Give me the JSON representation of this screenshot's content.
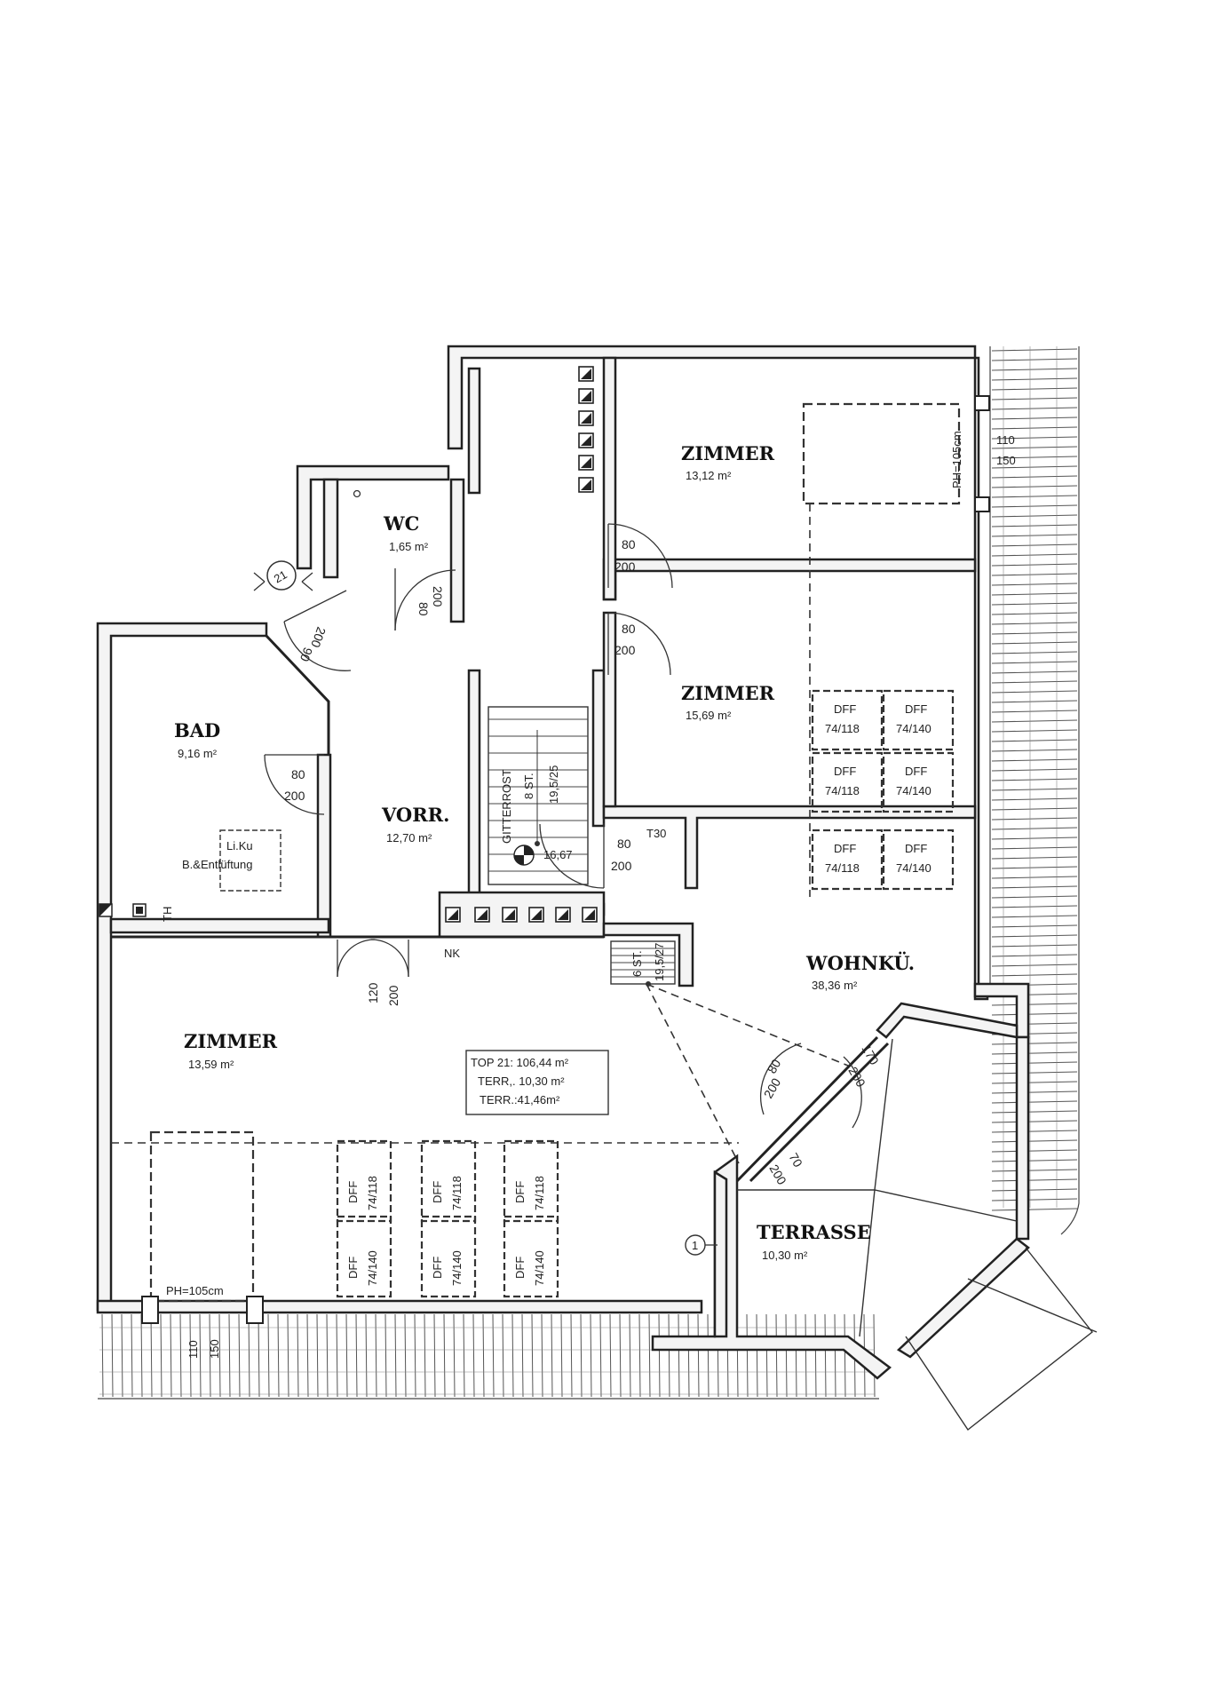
{
  "rooms": {
    "zimmer_top": {
      "title": "ZIMMER",
      "area": "13,12 m²"
    },
    "zimmer_mid": {
      "title": "ZIMMER",
      "area": "15,69 m²"
    },
    "wc": {
      "title": "WC",
      "area": "1,65 m²"
    },
    "bad": {
      "title": "BAD",
      "area": "9,16 m²"
    },
    "vorr": {
      "title": "VORR.",
      "area": "12,70 m²"
    },
    "wohnku": {
      "title": "WOHNKÜ.",
      "area": "38,36 m²"
    },
    "zimmer_bottom": {
      "title": "ZIMMER",
      "area": "13,59 m²"
    },
    "terrasse": {
      "title": "TERRASSE",
      "area": "10,30 m²"
    }
  },
  "summary": {
    "line1": "TOP 21: 106,44 m²",
    "line2": "TERR,. 10,30 m²",
    "line3": "TERR.:41,46m²"
  },
  "doors": {
    "w80": "80",
    "h200": "200",
    "w120": "120",
    "w70": "70",
    "w90": "90",
    "w170": "170"
  },
  "windows": {
    "dff_label": "DFF",
    "dff_118": "74/118",
    "dff_140": "74/140"
  },
  "labels": {
    "ph_right": "PH=105cm",
    "ph_bottom": "PH=105cm",
    "parapet_110": "110",
    "parapet_150": "150",
    "gitterrost": "GITTERROST",
    "stairs_main": "8 ST.",
    "stairs_main_dim": "19,5/25",
    "stairs_small": "6 ST.",
    "stairs_small_dim": "19,5/27",
    "level": "16,67",
    "t30": "T30",
    "nk": "NK",
    "th": "TH",
    "liku_line1": "Li.Ku",
    "liku_line2": "B.&Entlüftung",
    "unit_number": "21",
    "marker_1": "1"
  }
}
